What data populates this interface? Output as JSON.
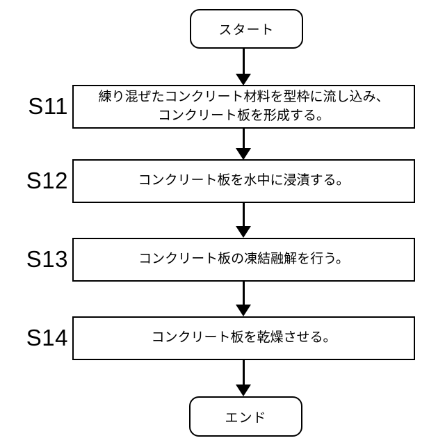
{
  "figure": {
    "type": "flowchart",
    "colors": {
      "line": "#000000",
      "fill": "#ffffff",
      "background": "#ffffff"
    },
    "start": {
      "label": "スタート"
    },
    "end": {
      "label": "エンド"
    },
    "steps": [
      {
        "id": "S11",
        "text": "練り混ぜたコンクリート材料を型枠に流し込み、\nコンクリート板を形成する。"
      },
      {
        "id": "S12",
        "text": "コンクリート板を水中に浸漬する。"
      },
      {
        "id": "S13",
        "text": "コンクリート板の凍結融解を行う。"
      },
      {
        "id": "S14",
        "text": "コンクリート板を乾燥させる。"
      }
    ]
  }
}
